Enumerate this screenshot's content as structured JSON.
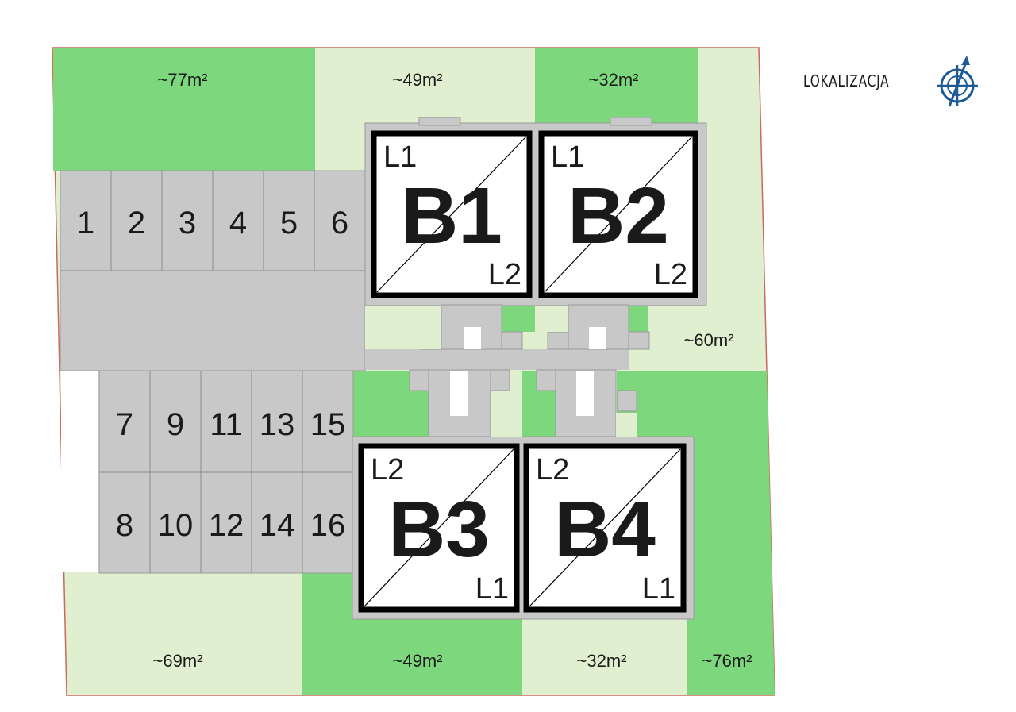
{
  "legend": {
    "location_label": "LOKALIZACJA",
    "compass_icon": "compass-icon"
  },
  "plots": [
    {
      "id": "plot-top-left",
      "area": "~77m²",
      "shade": "dark"
    },
    {
      "id": "plot-top-b1",
      "area": "~49m²",
      "shade": "light"
    },
    {
      "id": "plot-top-b2",
      "area": "~32m²",
      "shade": "dark"
    },
    {
      "id": "plot-right-middle",
      "area": "~60m²",
      "shade": "light"
    },
    {
      "id": "plot-bottom-left",
      "area": "~69m²",
      "shade": "light"
    },
    {
      "id": "plot-bottom-b3",
      "area": "~49m²",
      "shade": "dark"
    },
    {
      "id": "plot-bottom-b4",
      "area": "~32m²",
      "shade": "light"
    },
    {
      "id": "plot-bottom-right",
      "area": "~76m²",
      "shade": "dark"
    }
  ],
  "parking": {
    "top_row": [
      "1",
      "2",
      "3",
      "4",
      "5",
      "6"
    ],
    "middle_row": [
      "7",
      "9",
      "11",
      "13",
      "15"
    ],
    "bottom_row": [
      "8",
      "10",
      "12",
      "14",
      "16"
    ]
  },
  "buildings": [
    {
      "id": "B1",
      "label": "B1",
      "level_a": "L1",
      "level_b": "L2"
    },
    {
      "id": "B2",
      "label": "B2",
      "level_a": "L1",
      "level_b": "L2"
    },
    {
      "id": "B3",
      "label": "B3",
      "level_a": "L2",
      "level_b": "L1"
    },
    {
      "id": "B4",
      "label": "B4",
      "level_a": "L2",
      "level_b": "L1"
    }
  ],
  "colors": {
    "dark_green": "#7dd77d",
    "light_green": "#e1efd1",
    "paving": "#c8c8c8",
    "building_fill": "#ffffff",
    "building_border": "#000000",
    "compass_blue": "#1e5a96"
  }
}
